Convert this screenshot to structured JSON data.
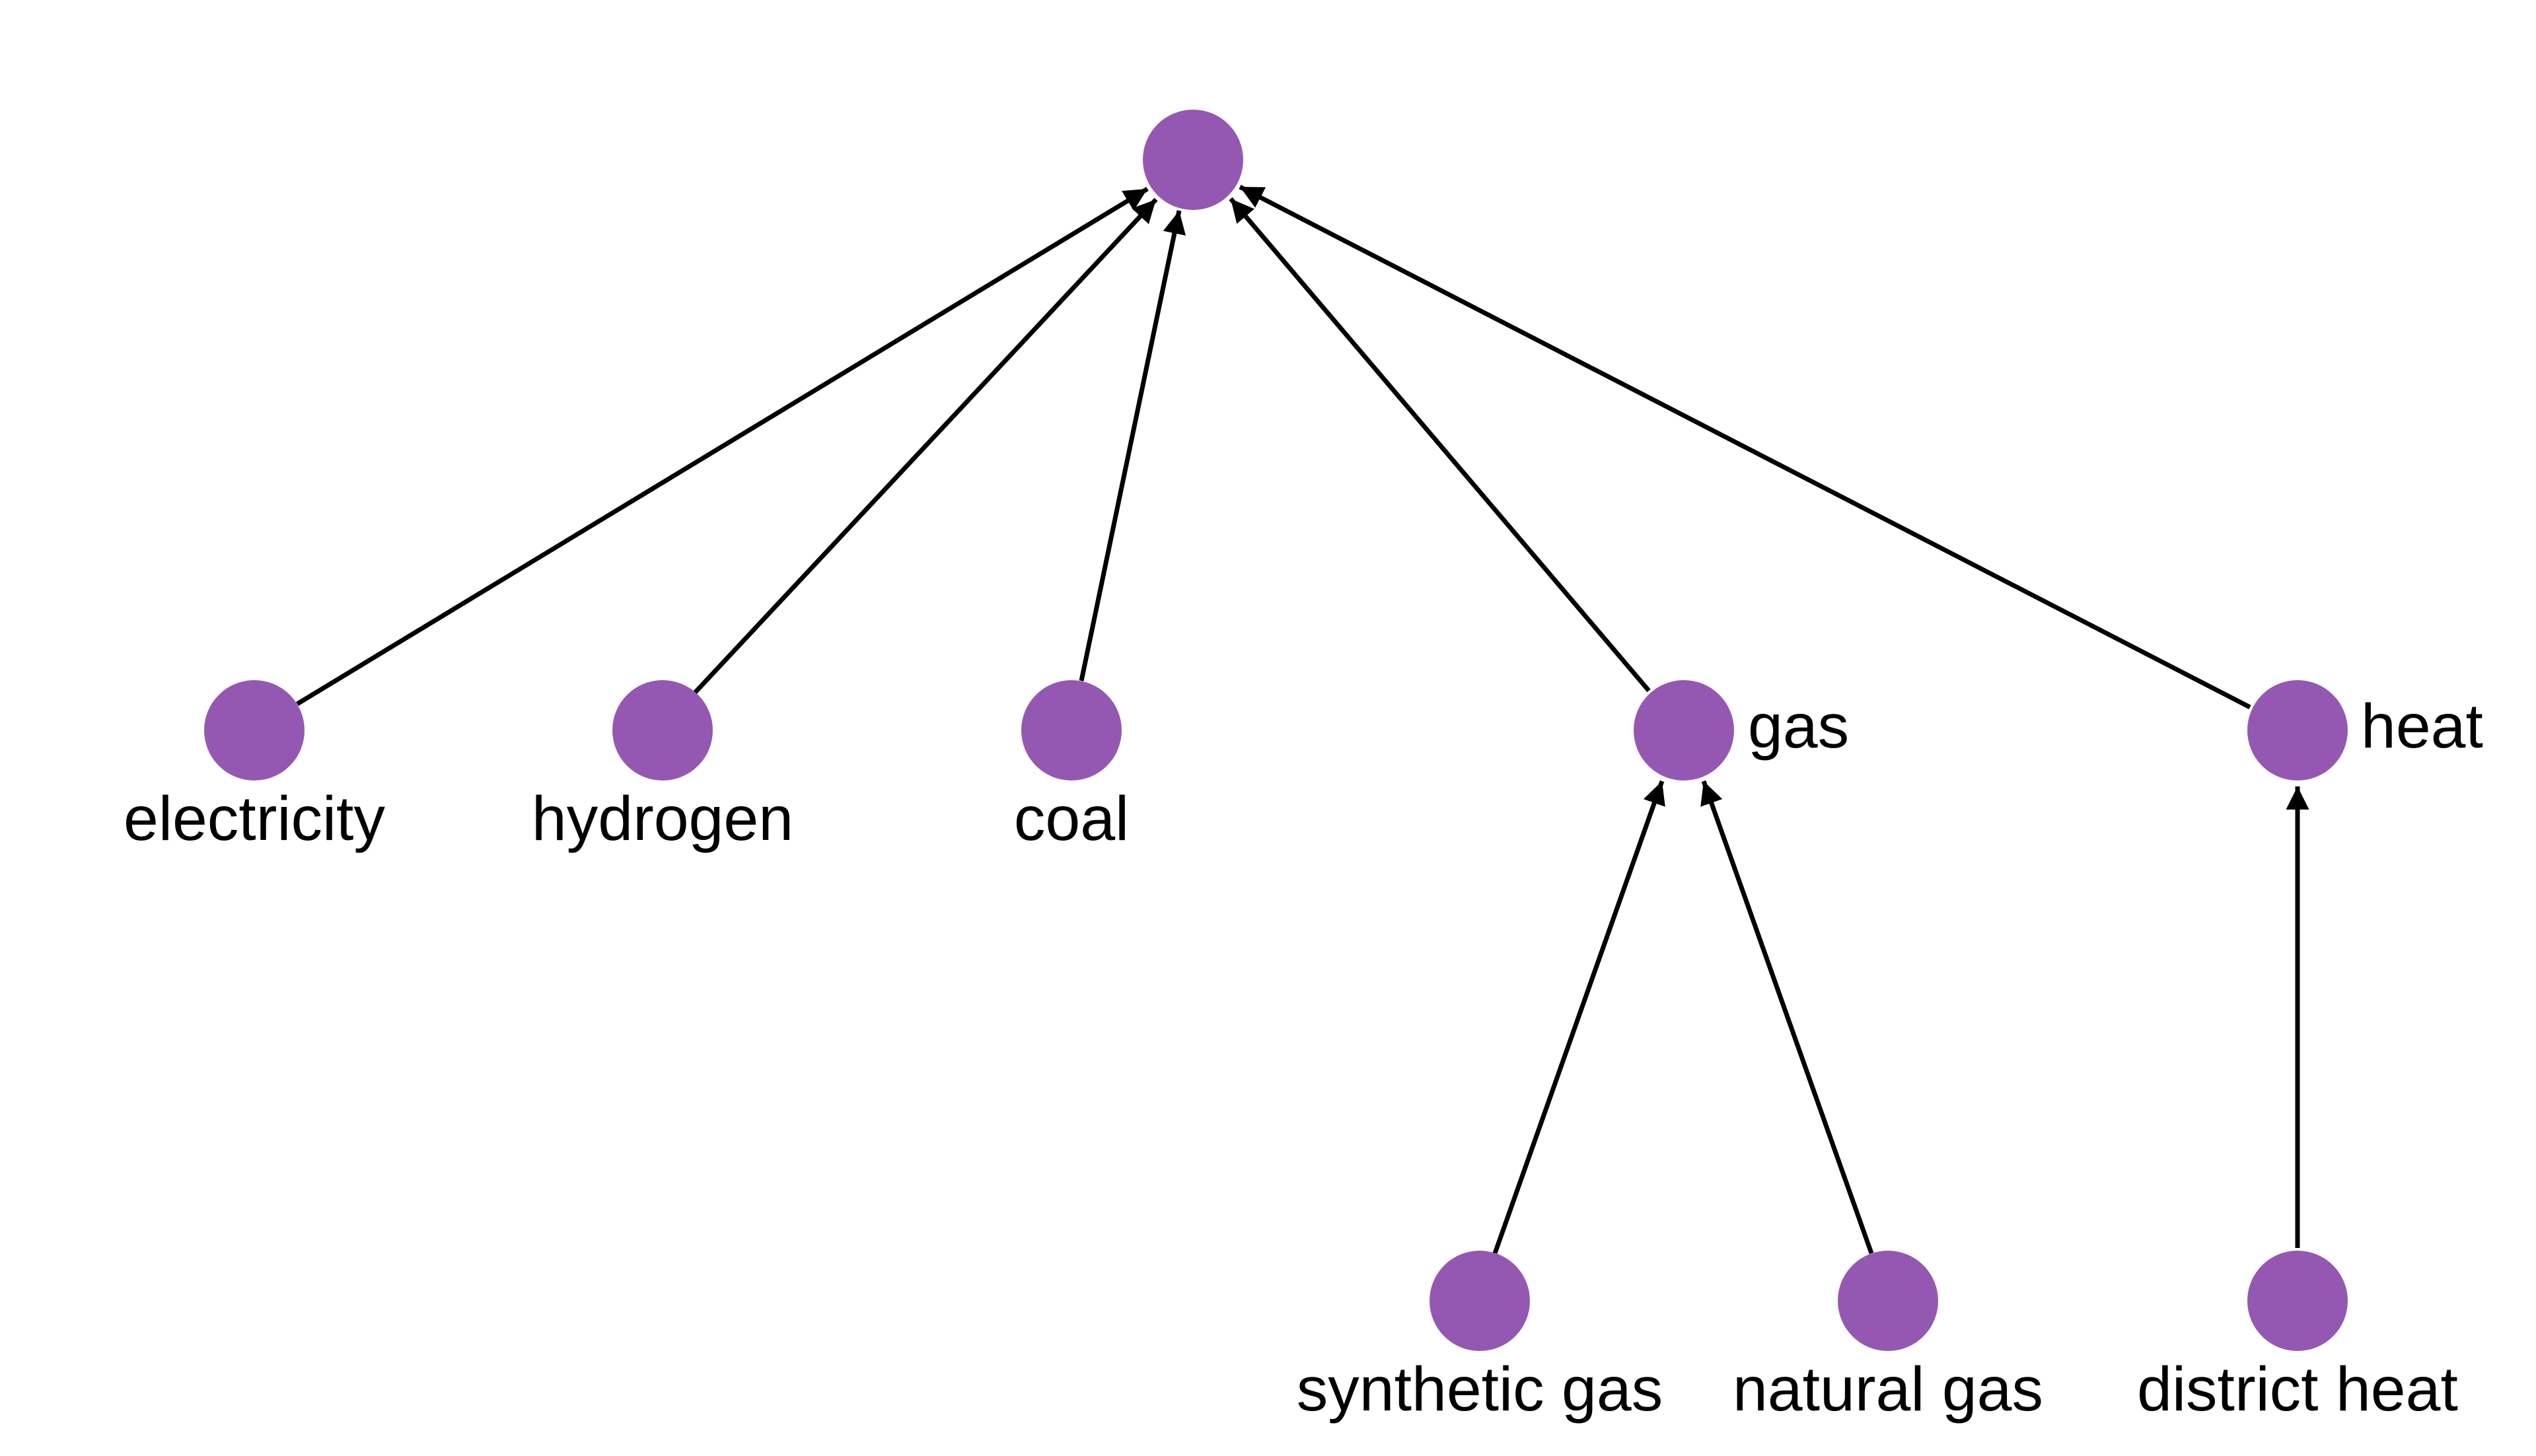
{
  "diagram": {
    "type": "directed-tree",
    "node_color": "#9558b2",
    "edge_color": "#000000",
    "nodes": {
      "root": {
        "label": ""
      },
      "electricity": {
        "label": "electricity"
      },
      "hydrogen": {
        "label": "hydrogen"
      },
      "coal": {
        "label": "coal"
      },
      "gas": {
        "label": "gas"
      },
      "heat": {
        "label": "heat"
      },
      "synthetic_gas": {
        "label": "synthetic gas"
      },
      "natural_gas": {
        "label": "natural gas"
      },
      "district_heat": {
        "label": "district heat"
      }
    },
    "edges": [
      {
        "from": "electricity",
        "to": "root"
      },
      {
        "from": "hydrogen",
        "to": "root"
      },
      {
        "from": "coal",
        "to": "root"
      },
      {
        "from": "gas",
        "to": "root"
      },
      {
        "from": "heat",
        "to": "root"
      },
      {
        "from": "synthetic_gas",
        "to": "gas"
      },
      {
        "from": "natural_gas",
        "to": "gas"
      },
      {
        "from": "district_heat",
        "to": "heat"
      }
    ]
  }
}
